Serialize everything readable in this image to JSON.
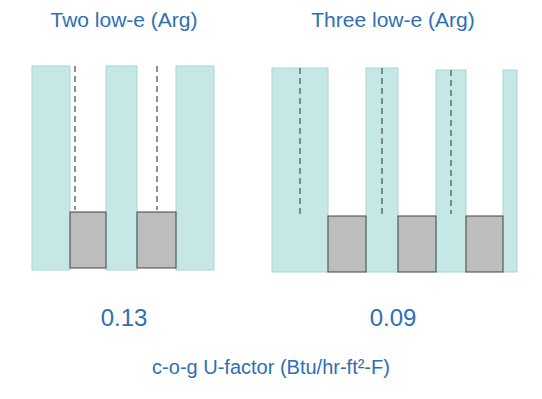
{
  "diagram": {
    "caption": "c-o-g U-factor (Btu/hr-ft²-F)",
    "labels": [
      "Two low-e (Arg)",
      "Three low-e (Arg)",
      "0.13",
      "0.09"
    ]
  }
}
